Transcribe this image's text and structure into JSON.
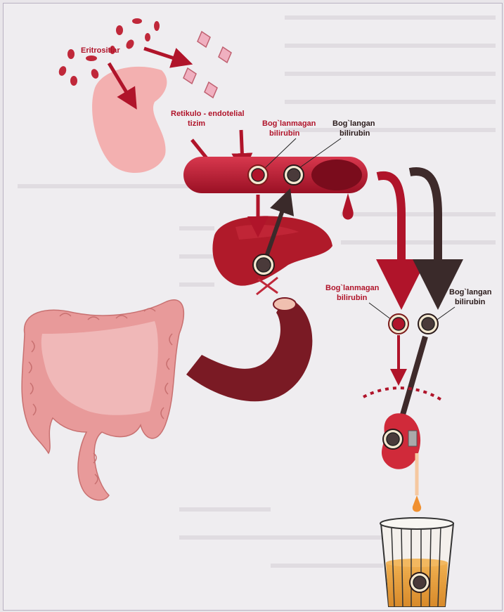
{
  "labels": {
    "erythrocytes": "Eritrositlar",
    "res_line1": "Retikulo - endotelial",
    "res_line2": "tizim",
    "unconj_top_1": "Bog`lanmagan",
    "unconj_top_2": "bilirubin",
    "conj_top_1": "Bog`langan",
    "conj_top_2": "bilirubin",
    "unconj_right_1": "Bog`lanmagan",
    "unconj_right_2": "bilirubin",
    "conj_right_1": "Bog`langan",
    "conj_right_2": "bilirubin"
  },
  "colors": {
    "unconjugated": "#b0142a",
    "conjugated": "#4a3a3a",
    "vessel": "#b8182e",
    "spleen": "#f3b0b0",
    "intestine": "#e89a9a",
    "urine": "#e69a3a"
  }
}
